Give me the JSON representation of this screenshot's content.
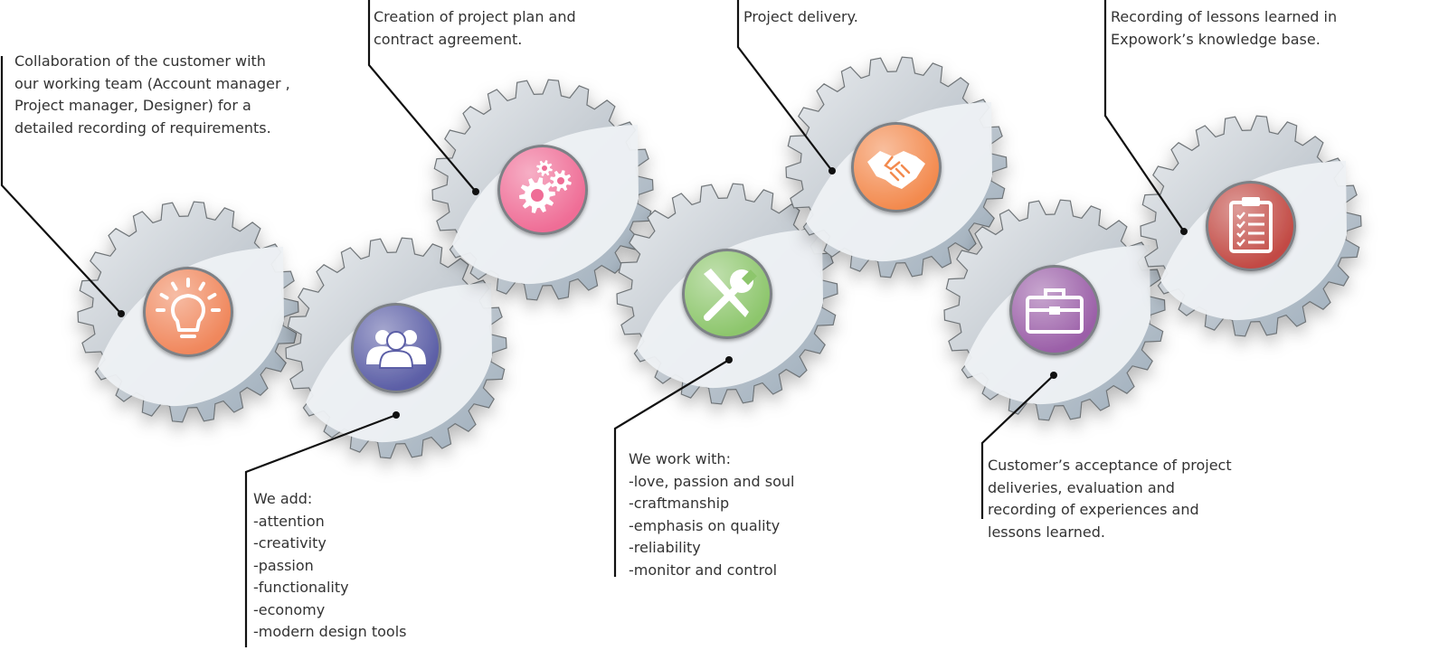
{
  "steps": [
    {
      "id": "requirements",
      "icon": "lightbulb-icon",
      "color": "#f0875c",
      "text": "Collaboration of the customer with\nour working team (Account manager ,\nProject manager, Designer) for a\ndetailed recording of requirements."
    },
    {
      "id": "we-add",
      "icon": "team-icon",
      "color": "#5b5ea6",
      "text": "We add:\n-attention\n-creativity\n-passion\n-functionality\n-economy\n-modern design tools"
    },
    {
      "id": "plan",
      "icon": "gears-icon",
      "color": "#ef6d96",
      "text": "Creation of project plan and\ncontract agreement."
    },
    {
      "id": "we-work",
      "icon": "tools-icon",
      "color": "#8dc66c",
      "text": "We work with:\n-love, passion and soul\n-craftmanship\n-emphasis on quality\n-reliability\n-monitor and control"
    },
    {
      "id": "delivery",
      "icon": "handshake-icon",
      "color": "#f38a4e",
      "text": "Project delivery."
    },
    {
      "id": "acceptance",
      "icon": "briefcase-icon",
      "color": "#9b5fa8",
      "text": "Customer’s acceptance of project\ndeliveries, evaluation and\nrecording of experiences and\nlessons learned."
    },
    {
      "id": "lessons",
      "icon": "clipboard-icon",
      "color": "#c24a44",
      "text": "Recording of lessons learned in\nExpowork’s knowledge base."
    }
  ]
}
